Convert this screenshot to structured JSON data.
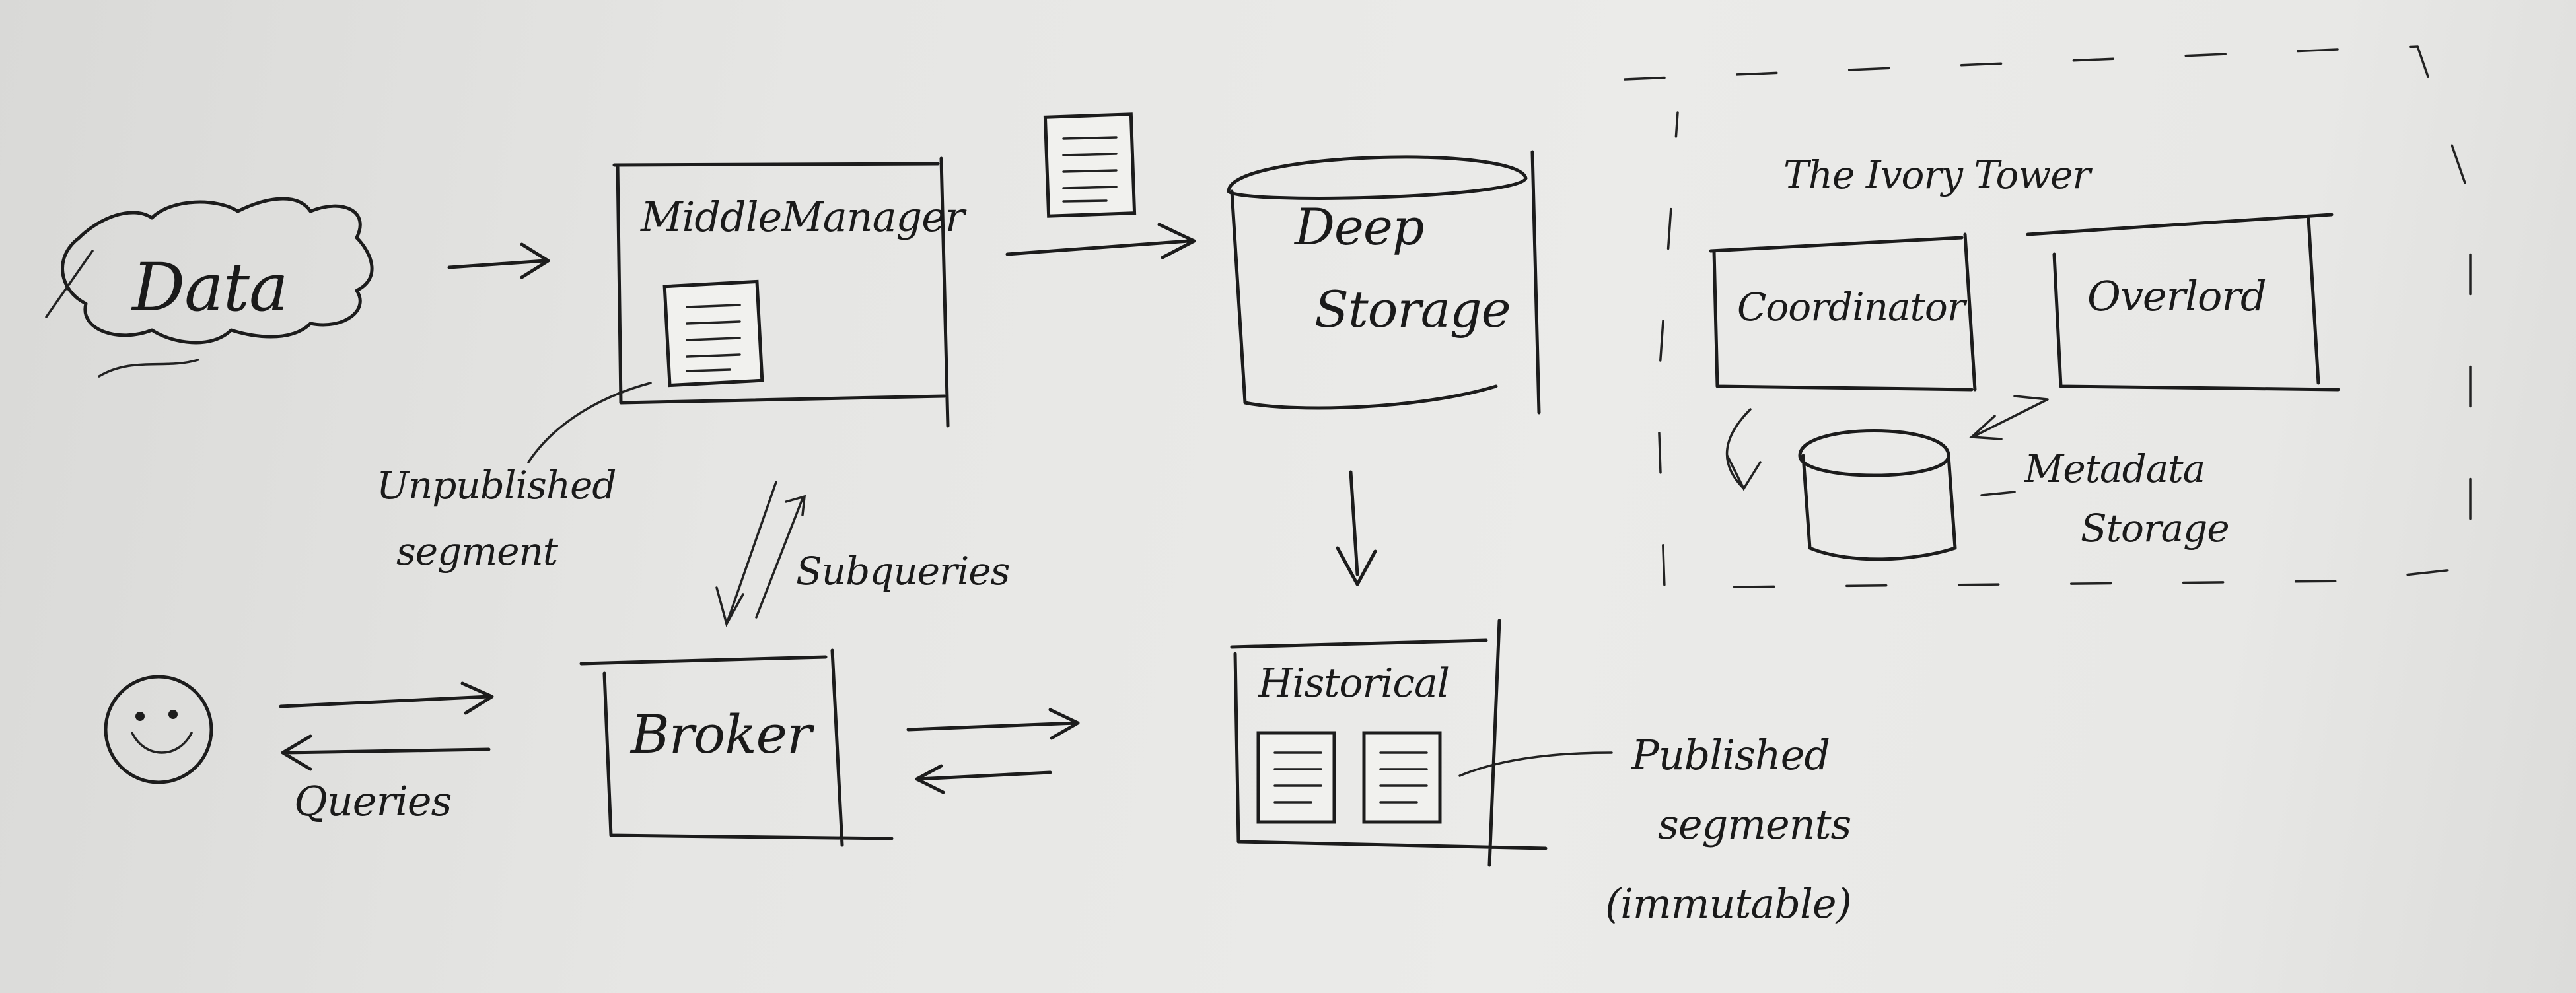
{
  "nodes": {
    "data": "Data",
    "middle_manager": "MiddleManager",
    "deep_storage_line1": "Deep",
    "deep_storage_line2": "Storage",
    "ivory_tower": "The Ivory Tower",
    "coordinator": "Coordinator",
    "overlord": "Overlord",
    "metadata_line1": "Metadata",
    "metadata_line2": "Storage",
    "broker": "Broker",
    "historical": "Historical"
  },
  "annotations": {
    "unpublished_line1": "Unpublished",
    "unpublished_line2": "segment",
    "subqueries": "Subqueries",
    "queries": "Queries",
    "published_line1": "Published",
    "published_line2": "segments",
    "published_line3": "(immutable)"
  },
  "colors": {
    "ink": "#1c1c1c",
    "paper": "#e6e6e4"
  },
  "icons": {
    "user": "smiley-face-icon",
    "segment": "document-icon"
  }
}
